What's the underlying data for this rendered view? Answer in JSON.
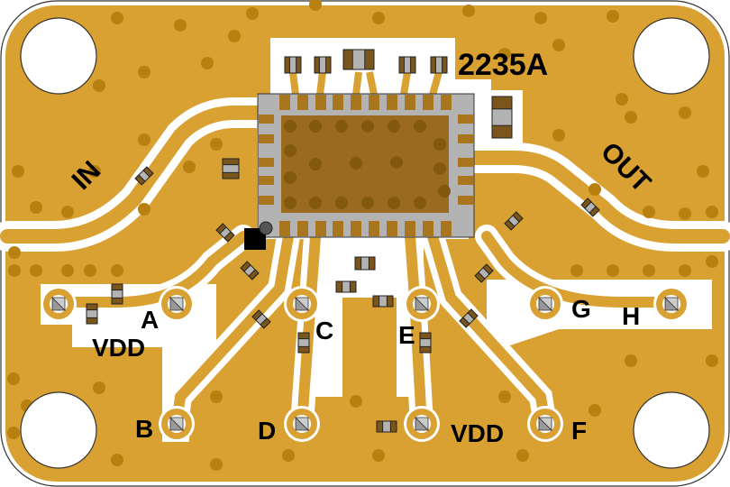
{
  "board": {
    "part_number": "2235A",
    "colors": {
      "copper": "#D9A032",
      "via": "#B8800F",
      "trace_gap": "#FFFFFF",
      "package_body": "#B3B3B3",
      "package_paddle": "#9A6B1F",
      "component_end": "#7A561C",
      "component_body": "#B3B3B3",
      "text": "#000000"
    }
  },
  "labels": {
    "rf_in": "IN",
    "rf_out": "OUT",
    "pads": [
      {
        "id": "A",
        "label": "A"
      },
      {
        "id": "B",
        "label": "B"
      },
      {
        "id": "C",
        "label": "C"
      },
      {
        "id": "D",
        "label": "D"
      },
      {
        "id": "E",
        "label": "E"
      },
      {
        "id": "F",
        "label": "F"
      },
      {
        "id": "G",
        "label": "G"
      },
      {
        "id": "H",
        "label": "H"
      }
    ],
    "vdd_left": "VDD",
    "vdd_bottom": "VDD"
  },
  "mounting_holes": [
    "top-left",
    "top-right",
    "bottom-left",
    "bottom-right"
  ],
  "icons": {
    "test_pad": "bowtie-pad-icon",
    "pin1_marker": "pin1-dot-icon"
  }
}
